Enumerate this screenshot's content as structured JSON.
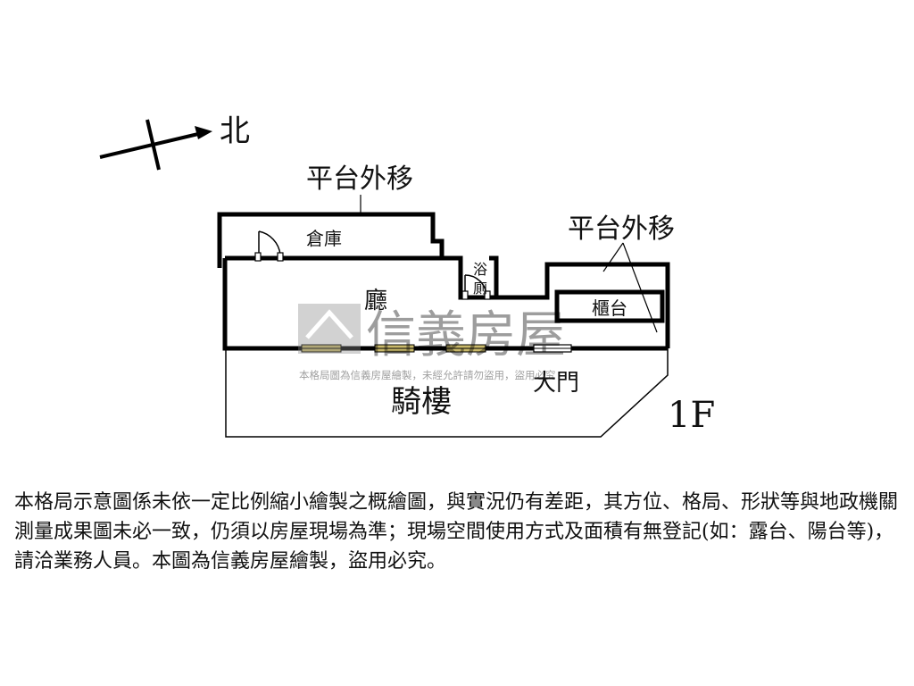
{
  "compass": {
    "label": "北"
  },
  "labels": {
    "platform_top": "平台外移",
    "platform_right": "平台外移",
    "storage": "倉庫",
    "bathroom_line1": "浴",
    "bathroom_line2": "廁",
    "hall": "廳",
    "counter": "櫃台",
    "arcade": "騎樓",
    "main_door": "大門",
    "floor": "1F"
  },
  "watermark": {
    "brand": "信義房屋",
    "caption": "本格局圖為信義房屋繪製，未經允許請勿盜用，盜用必究"
  },
  "disclaimer": "本格局示意圖係未依一定比例縮小繪製之概繪圖，與實況仍有差距，其方位、格局、形狀等與地政機關測量成果圖未必一致，仍須以房屋現場為準；現場空間使用方式及面積有無登記(如：露台、陽台等)，請洽業務人員。本圖為信義房屋繪製，盜用必究。",
  "colors": {
    "wall": "#000000",
    "window": "#c9b96a",
    "watermark": "#9a9a9a"
  }
}
